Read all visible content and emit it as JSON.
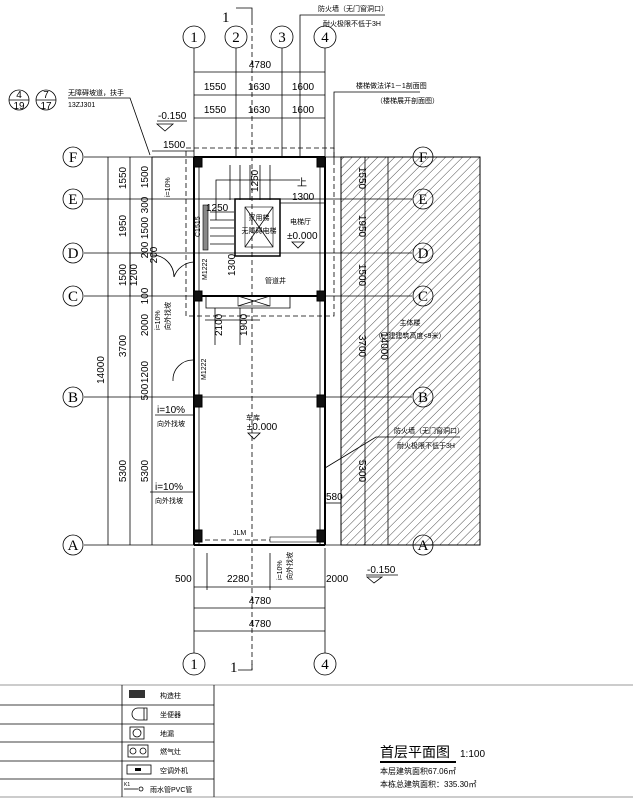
{
  "axes": {
    "v": [
      "1",
      "2",
      "3",
      "4"
    ],
    "h": [
      "A",
      "B",
      "C",
      "D",
      "E",
      "F"
    ]
  },
  "section_mark": "1",
  "top_dims": {
    "total": "4780",
    "row1": [
      "1550",
      "1630",
      "1600"
    ],
    "row2": [
      "1550",
      "1630",
      "1600"
    ]
  },
  "bottom_dims": {
    "parts": [
      "500",
      "2280",
      "2000"
    ],
    "total1": "4780",
    "total2": "4780"
  },
  "left_dims": {
    "total": "14000",
    "outer": [
      "1550",
      "1950",
      "1500",
      "3700",
      "5300"
    ],
    "inner": [
      "1500",
      "300",
      "1500",
      "200",
      "200",
      "1200",
      "100",
      "2000",
      "1200",
      "500",
      "5300"
    ]
  },
  "right_dims": {
    "total": "14000",
    "outer": [
      "1550",
      "1950",
      "1500",
      "3700",
      "5300"
    ],
    "offset": "580"
  },
  "annotations": {
    "firewall_1": "防火墙（无门窗洞口）",
    "firewall_2": "耐火极限不低于3H",
    "stair_note_1": "楼梯做法详1－1剖面图",
    "stair_note_2": "（楼梯展开剖面图）",
    "ramp_note": "无障碍坡道，扶手",
    "ramp_ref": "13ZJ301",
    "detail_a_top": "4",
    "detail_a_bottom": "19",
    "detail_b_top": "7",
    "detail_b_bottom": "17",
    "level_outer": "-0.150",
    "level_outer_2": "-0.150",
    "ramp_width": "1500",
    "stair_1250_a": "1250",
    "stair_1250_b": "1250",
    "dim_1300_a": "1300",
    "dim_1300_b": "1300",
    "up": "上",
    "elevator_1": "家用梯",
    "elevator_2": "无障碍电梯",
    "hall": "电梯厅",
    "hall_level": "±0.000",
    "door_1": "M1222",
    "door_2": "M1222",
    "window": "C1515",
    "dim_2100": "2100",
    "dim_1900": "1900",
    "garage": "车库",
    "garage_level": "±0.000",
    "main_building_1": "主体楼",
    "main_building_2": "（已建建筑高度<9米）",
    "firewall_3": "防火墙（无门窗洞口）",
    "firewall_4": "耐火极限不低于3H",
    "slope": "i=10%",
    "slope_dir": "向外找坡",
    "garage_door": "JLM",
    "equipment": "管道井"
  },
  "legend": [
    {
      "icon": "column-icon",
      "label": "构造柱"
    },
    {
      "icon": "toilet-icon",
      "label": "坐便器"
    },
    {
      "icon": "floor-drain-icon",
      "label": "地漏"
    },
    {
      "icon": "gas-stove-icon",
      "label": "燃气灶"
    },
    {
      "icon": "ac-unit-icon",
      "label": "空调外机"
    },
    {
      "icon": "rain-pipe-icon",
      "label": "雨水管PVC管",
      "tag": "K1"
    }
  ],
  "title": {
    "name": "首层平面图",
    "scale": "1:100",
    "floor_area": "本层建筑面积67.06㎡",
    "total_area": "本栋总建筑面积：335.30㎡"
  }
}
